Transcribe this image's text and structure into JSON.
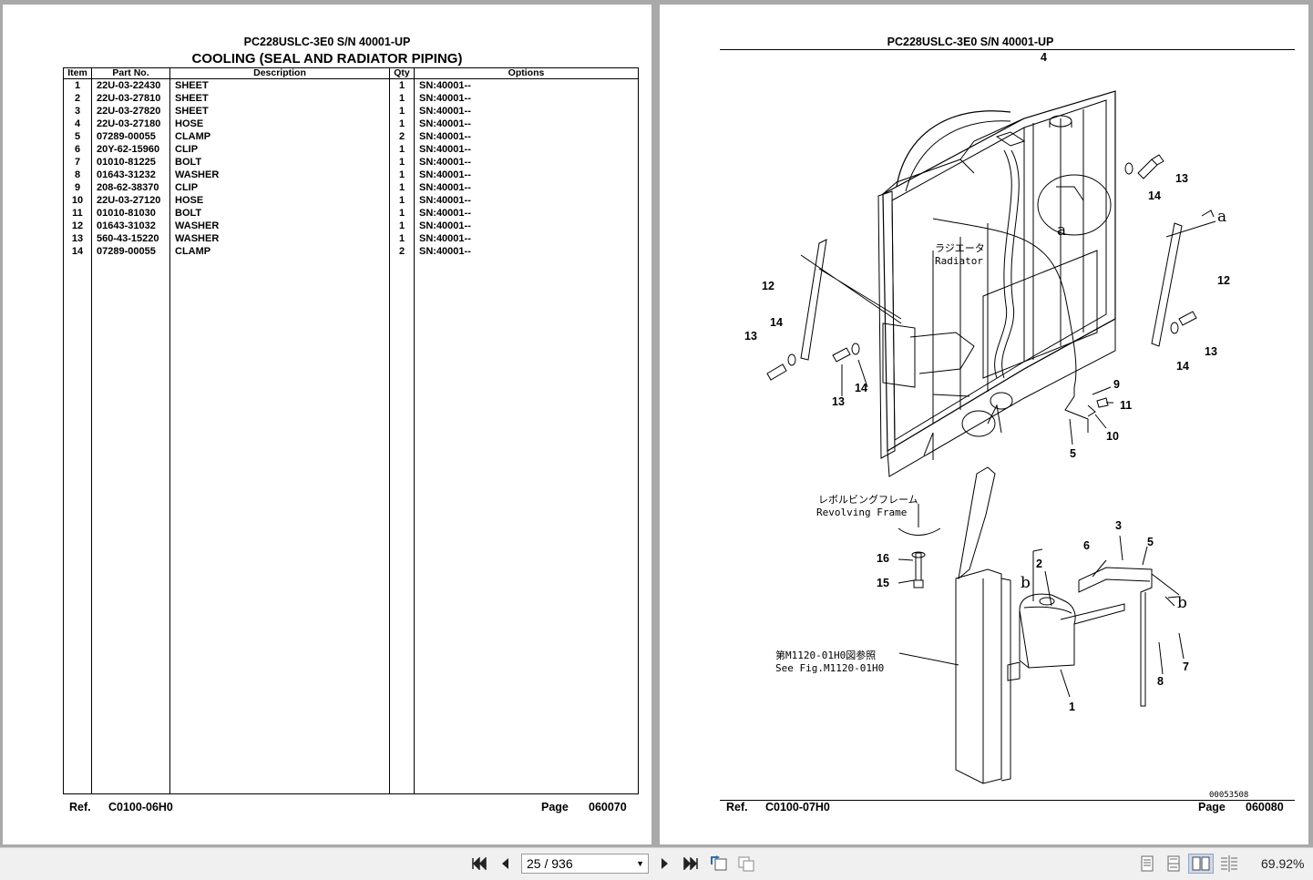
{
  "left_page": {
    "model": "PC228USLC-3E0 S/N 40001-UP",
    "section_title": "COOLING (SEAL AND RADIATOR PIPING)",
    "columns": [
      "Item",
      "Part No.",
      "Description",
      "Qty",
      "Options"
    ],
    "rows": [
      [
        "1",
        "22U-03-22430",
        "SHEET",
        "1",
        "SN:40001--"
      ],
      [
        "2",
        "22U-03-27810",
        "SHEET",
        "1",
        "SN:40001--"
      ],
      [
        "3",
        "22U-03-27820",
        "SHEET",
        "1",
        "SN:40001--"
      ],
      [
        "4",
        "22U-03-27180",
        "HOSE",
        "1",
        "SN:40001--"
      ],
      [
        "5",
        "07289-00055",
        "CLAMP",
        "2",
        "SN:40001--"
      ],
      [
        "6",
        "20Y-62-15960",
        "CLIP",
        "1",
        "SN:40001--"
      ],
      [
        "7",
        "01010-81225",
        "BOLT",
        "1",
        "SN:40001--"
      ],
      [
        "8",
        "01643-31232",
        "WASHER",
        "1",
        "SN:40001--"
      ],
      [
        "9",
        "208-62-38370",
        "CLIP",
        "1",
        "SN:40001--"
      ],
      [
        "10",
        "22U-03-27120",
        "HOSE",
        "1",
        "SN:40001--"
      ],
      [
        "11",
        "01010-81030",
        "BOLT",
        "1",
        "SN:40001--"
      ],
      [
        "12",
        "01643-31032",
        "WASHER",
        "1",
        "SN:40001--"
      ],
      [
        "13",
        "560-43-15220",
        "WASHER",
        "1",
        "SN:40001--"
      ],
      [
        "14",
        "07289-00055",
        "CLAMP",
        "2",
        "SN:40001--"
      ]
    ],
    "ref_label": "Ref.",
    "ref_value": "C0100-06H0",
    "page_label": "Page",
    "page_value": "060070"
  },
  "right_page": {
    "model": "PC228USLC-3E0 S/N 40001-UP",
    "callouts": [
      "1",
      "2",
      "3",
      "4",
      "5",
      "5",
      "6",
      "7",
      "8",
      "9",
      "10",
      "11",
      "12",
      "12",
      "13",
      "13",
      "13",
      "14",
      "14",
      "14",
      "15",
      "16"
    ],
    "letters": [
      "a",
      "a",
      "b",
      "b"
    ],
    "radiator_jp": "ラジエータ",
    "radiator_en": "Radiator",
    "frame_jp": "レボルビングフレーム",
    "frame_en": "Revolving Frame",
    "see_jp": "第M1120-01H0図参照",
    "see_en": "See Fig.M1120-01H0",
    "drawing_code": "00053508",
    "ref_label": "Ref.",
    "ref_value": "C0100-07H0",
    "page_label": "Page",
    "page_value": "060080"
  },
  "toolbar": {
    "page_indicator": "25 / 936",
    "zoom": "69.92%"
  }
}
